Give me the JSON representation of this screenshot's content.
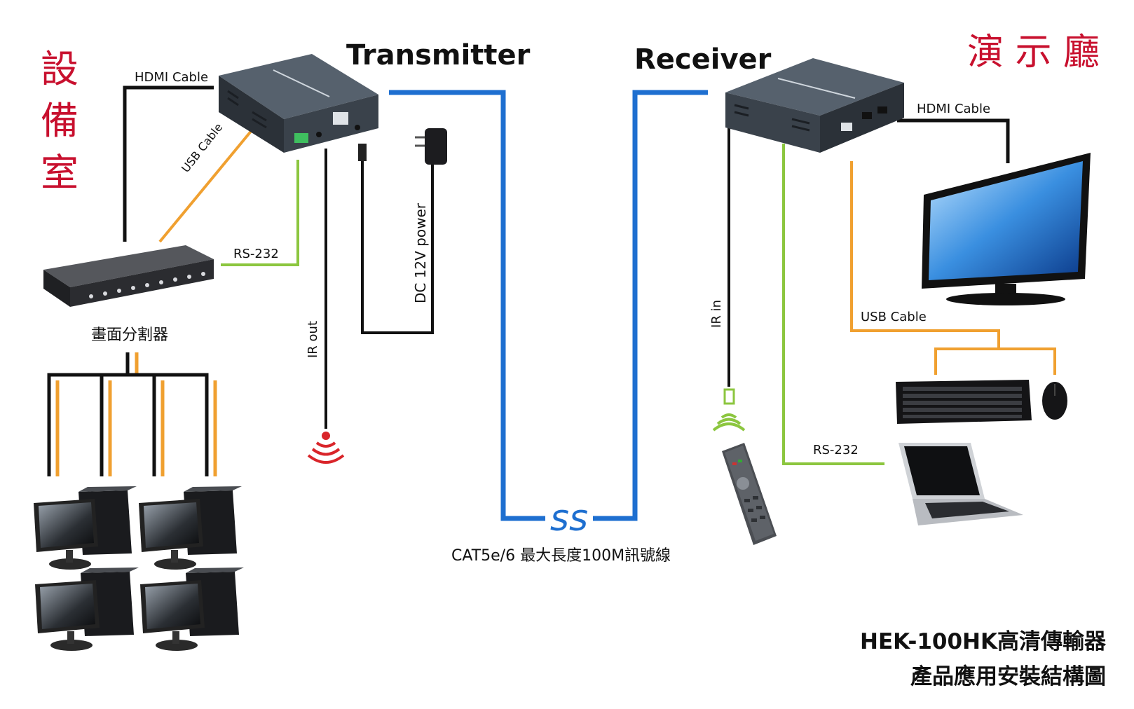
{
  "left_title": [
    "設",
    "備",
    "室"
  ],
  "right_title": "演 示 廳",
  "transmitter_label": "Transmitter",
  "receiver_label": "Receiver",
  "hdmi_cable_left": "HDMI Cable",
  "hdmi_cable_right": "HDMI Cable",
  "usb_cable_left": "USB Cable",
  "usb_cable_right": "USB Cable",
  "rs232_left": "RS-232",
  "rs232_right": "RS-232",
  "splitter_label": "畫面分割器",
  "ir_out_label": "IR out",
  "ir_in_label": "IR in",
  "dc_power_label": "DC 12V  power",
  "cat_cable_label": "CAT5e/6 最大長度100M訊號線",
  "product_title_1": "HEK-100HK高清傳輸器",
  "product_title_2": "產品應用安裝結構圖",
  "colors": {
    "hdmi": "#111111",
    "usb": "#f0a030",
    "rs232": "#8cc63f",
    "cat": "#1e6fd0",
    "ir_red": "#d9252a",
    "title_red": "#c8102e"
  }
}
